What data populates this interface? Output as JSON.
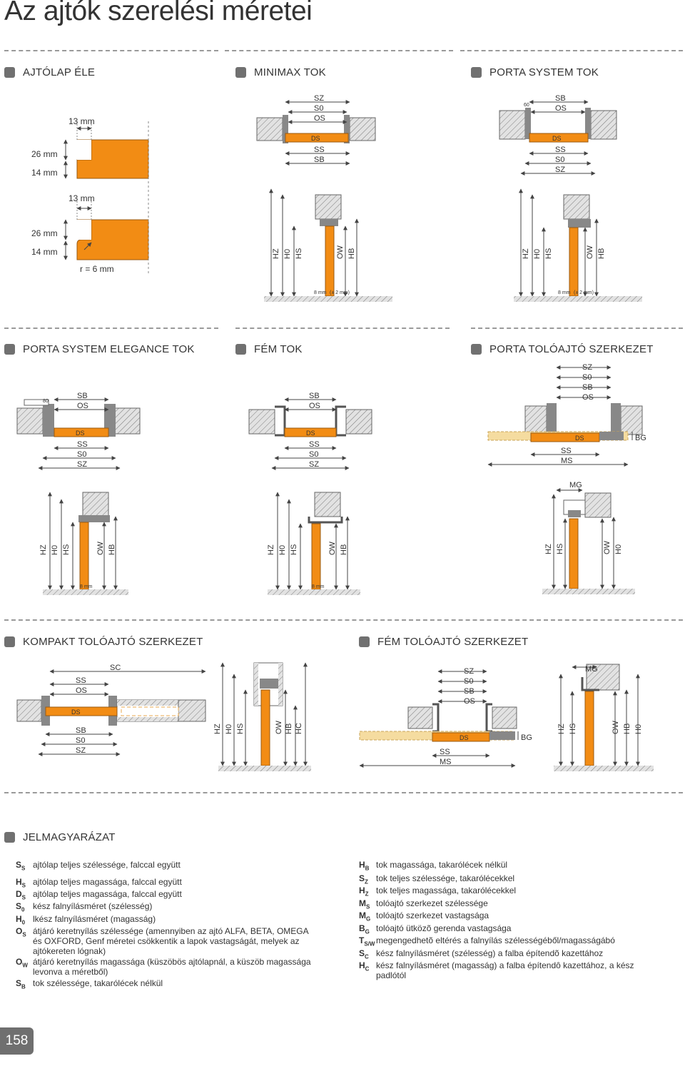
{
  "page": {
    "title": "Az ajtók szerelési méretei",
    "page_number": "158"
  },
  "colors": {
    "door": "#f28c14",
    "frame_gray": "#8c8c8c",
    "wall_hatch": "#dedede",
    "header_square": "#707070"
  },
  "sections": {
    "ajtolap": {
      "heading": "AJTÓLAP ÉLE",
      "dim_13a": "13 mm",
      "dim_26a": "26 mm",
      "dim_14a": "14 mm",
      "dim_13b": "13 mm",
      "dim_26b": "26 mm",
      "dim_14b": "14 mm",
      "radius": "r = 6 mm"
    },
    "minimax": {
      "heading": "MINIMAX TOK",
      "sz": "SZ",
      "s0": "S0",
      "os": "OS",
      "ds": "DS",
      "ss": "SS",
      "sb": "SB",
      "v1": "HZ",
      "v2": "H0",
      "v3": "HS",
      "v4": "OW",
      "v5": "HB",
      "floor": "8 mm",
      "gap": "(± 2 mm)"
    },
    "porta_system": {
      "heading": "PORTA SYSTEM TOK",
      "sb": "SB",
      "os": "OS",
      "ds": "DS",
      "ss": "SS",
      "s0": "S0",
      "sz": "SZ",
      "v1": "HZ",
      "v2": "H0",
      "v3": "HS",
      "v4": "OW",
      "v5": "HB",
      "floor": "8 mm",
      "gap": "(± 2 mm)",
      "small": "60"
    },
    "elegance": {
      "heading": "PORTA SYSTEM ELEGANCE TOK",
      "sb": "SB",
      "os": "OS",
      "ds": "DS",
      "ss": "SS",
      "s0": "S0",
      "sz": "SZ",
      "v1": "HZ",
      "v2": "H0",
      "v3": "HS",
      "v4": "OW",
      "v5": "HB",
      "floor": "8 mm",
      "small": "80"
    },
    "fem": {
      "heading": "FÉM TOK",
      "sb": "SB",
      "os": "OS",
      "ds": "DS",
      "ss": "SS",
      "s0": "S0",
      "sz": "SZ",
      "v1": "HZ",
      "v2": "H0",
      "v3": "HS",
      "v4": "OW",
      "v5": "HB",
      "floor": "8 mm"
    },
    "porta_tolo": {
      "heading": "PORTA TOLÓAJTÓ SZERKEZET",
      "sz": "SZ",
      "s0": "S0",
      "sb": "SB",
      "os": "OS",
      "ds": "DS",
      "ss": "SS",
      "ms": "MS",
      "bg": "BG",
      "mg": "MG",
      "v1": "HZ",
      "v2": "HS",
      "v3": "OW",
      "v4": "H0"
    },
    "kompakt": {
      "heading": "KOMPAKT TOLÓAJTÓ SZERKEZET",
      "sc": "SC",
      "ss": "SS",
      "os": "OS",
      "ds": "DS",
      "sb": "SB",
      "s0": "S0",
      "sz": "SZ",
      "v1": "HZ",
      "v2": "H0",
      "v3": "HS",
      "v4": "OW",
      "v5": "HB",
      "v6": "HC"
    },
    "fem_tolo": {
      "heading": "FÉM TOLÓAJTÓ SZERKEZET",
      "sz": "SZ",
      "s0": "S0",
      "sb": "SB",
      "os": "OS",
      "ds": "DS",
      "ss": "SS",
      "ms": "MS",
      "bg": "BG",
      "mg": "MG",
      "v1": "HZ",
      "v2": "HS",
      "v3": "OW",
      "v4": "HB",
      "v5": "H0"
    }
  },
  "legend": {
    "heading": "JELMAGYARÁZAT",
    "left": [
      {
        "sym": "S",
        "sub": "S",
        "text": "ajtólap teljes szélessége, falccal együtt"
      },
      {
        "sym": "H",
        "sub": "S",
        "text": "ajtólap teljes magassága, falccal együtt"
      },
      {
        "sym": "D",
        "sub": "S",
        "text": "ajtólap teljes magassága, falccal együtt"
      },
      {
        "sym": "S",
        "sub": "0",
        "text": "kész falnyílásméret (szélesség)"
      },
      {
        "sym": "H",
        "sub": "0",
        "text": "lkész falnyílásméret (magasság)"
      },
      {
        "sym": "O",
        "sub": "S",
        "text": "átjáró keretnyílás szélessége (amennyiben az ajtó ALFA, BETA, OMEGA és OXFORD, Genf méretei csökkentik a lapok vastagságát, melyek az ajtókereten lógnak)"
      },
      {
        "sym": "O",
        "sub": "W",
        "text": "átjáró keretnyílás magassága (küszöbös ajtólapnál, a küszöb magassága levonva a méretből)"
      },
      {
        "sym": "S",
        "sub": "B",
        "text": "tok szélessége, takarólécek nélkül"
      }
    ],
    "right": [
      {
        "sym": "H",
        "sub": "B",
        "text": "tok magassága, takarólécek nélkül"
      },
      {
        "sym": "S",
        "sub": "Z",
        "text": "tok teljes szélessége, takarólécekkel"
      },
      {
        "sym": "H",
        "sub": "Z",
        "text": "tok teljes magassága, takarólécekkel"
      },
      {
        "sym": "M",
        "sub": "S",
        "text": "tolóajtó szerkezet szélessége"
      },
      {
        "sym": "M",
        "sub": "G",
        "text": "tolóajtó szerkezet vastagsága"
      },
      {
        "sym": "B",
        "sub": "G",
        "text": "tolóajtó ütközõ gerenda vastagsága"
      },
      {
        "sym": "T",
        "sub": "S/W",
        "text": "megengedhetõ eltérés a falnyílás szélességéből/magasságábó"
      },
      {
        "sym": "S",
        "sub": "C",
        "text": "kész falnyílásméret (szélesség) a falba építendõ kazettához"
      },
      {
        "sym": "H",
        "sub": "C",
        "text": "kész falnyílásméret (magasság) a falba építendô kazettához, a kész padlótól"
      }
    ]
  }
}
